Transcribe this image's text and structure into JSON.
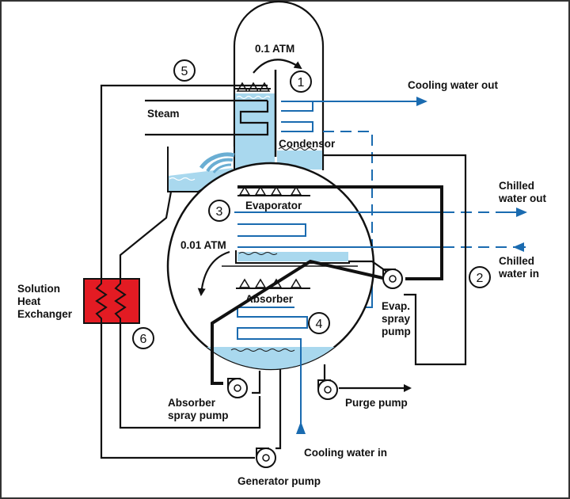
{
  "labels": {
    "pressure_top": "0.1 ATM",
    "pressure_bottom": "0.01 ATM",
    "steam": "Steam",
    "condensor": "Condensor",
    "evaporator": "Evaporator",
    "absorber": "Absorber",
    "cooling_water_out": "Cooling water out",
    "cooling_water_in": "Cooling water in",
    "chilled_water_out_1": "Chilled",
    "chilled_water_out_2": "water out",
    "chilled_water_in_1": "Chilled",
    "chilled_water_in_2": "water in",
    "heat_exchanger_1": "Solution",
    "heat_exchanger_2": "Heat",
    "heat_exchanger_3": "Exchanger",
    "evap_pump_1": "Evap.",
    "evap_pump_2": "spray",
    "evap_pump_3": "pump",
    "absorber_pump_1": "Absorber",
    "absorber_pump_2": "spray pump",
    "purge_pump": "Purge pump",
    "generator_pump": "Generator pump"
  },
  "markers": [
    "1",
    "2",
    "3",
    "4",
    "5",
    "6"
  ],
  "colors": {
    "cooling_water": "#1a6bb0",
    "liquid": "#a9d8ee",
    "heat_exchanger": "#e31b23"
  }
}
